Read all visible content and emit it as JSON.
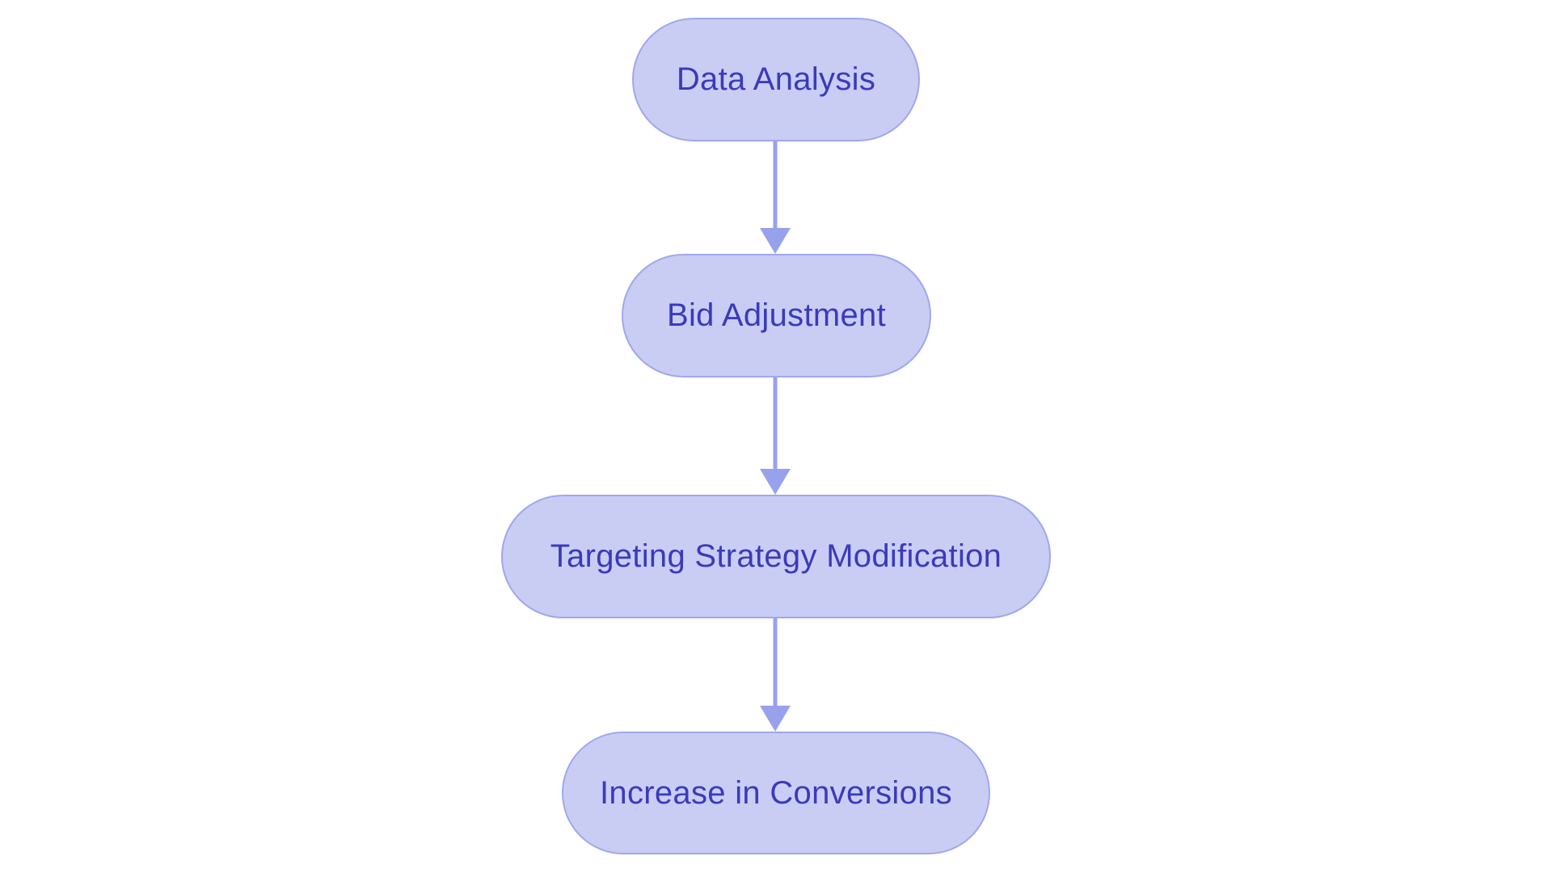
{
  "diagram": {
    "type": "flowchart",
    "direction": "top-down",
    "nodes": [
      {
        "id": "data-analysis",
        "label": "Data Analysis"
      },
      {
        "id": "bid-adjustment",
        "label": "Bid Adjustment"
      },
      {
        "id": "targeting-strategy-modification",
        "label": "Targeting Strategy Modification"
      },
      {
        "id": "increase-in-conversions",
        "label": "Increase in Conversions"
      }
    ],
    "edges": [
      {
        "from": "data-analysis",
        "to": "bid-adjustment"
      },
      {
        "from": "bid-adjustment",
        "to": "targeting-strategy-modification"
      },
      {
        "from": "targeting-strategy-modification",
        "to": "increase-in-conversions"
      }
    ]
  },
  "theme": {
    "background": "#ffffff",
    "node_fill": "#c9cdf4",
    "node_border": "#a0a7ec",
    "node_text": "#3b3abb",
    "arrow_color": "#97a1ec"
  }
}
